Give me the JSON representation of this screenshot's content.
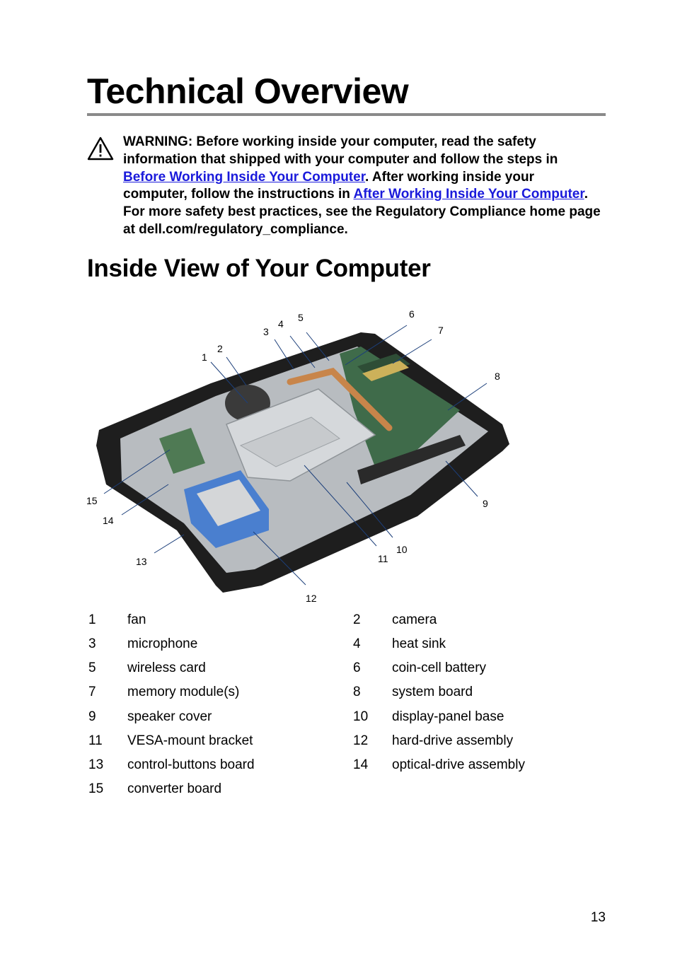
{
  "page": {
    "title": "Technical Overview",
    "number": "13"
  },
  "warning": {
    "icon": "warning-triangle-icon",
    "label": "WARNING:",
    "text_1": " Before working inside your computer, read the safety information that shipped with your computer and follow the steps in ",
    "link_1": "Before Working Inside Your Computer",
    "text_2": ". After working inside your computer, follow the instructions in ",
    "link_2": "After Working Inside Your Computer",
    "text_3": ". For more safety best practices, see the Regulatory Compliance home page at dell.com/regulatory_compliance.",
    "link_color": "#1a1adb"
  },
  "section": {
    "title": "Inside View of Your Computer"
  },
  "figure": {
    "description_icon": "computer-internals-illustration",
    "callouts": [
      "1",
      "2",
      "3",
      "4",
      "5",
      "6",
      "7",
      "8",
      "9",
      "10",
      "11",
      "12",
      "13",
      "14",
      "15"
    ]
  },
  "legend": [
    {
      "num": "1",
      "label": "fan"
    },
    {
      "num": "2",
      "label": "camera"
    },
    {
      "num": "3",
      "label": "microphone"
    },
    {
      "num": "4",
      "label": "heat sink"
    },
    {
      "num": "5",
      "label": "wireless card"
    },
    {
      "num": "6",
      "label": "coin-cell battery"
    },
    {
      "num": "7",
      "label": "memory module(s)"
    },
    {
      "num": "8",
      "label": "system board"
    },
    {
      "num": "9",
      "label": "speaker cover"
    },
    {
      "num": "10",
      "label": "display-panel base"
    },
    {
      "num": "11",
      "label": "VESA-mount bracket"
    },
    {
      "num": "12",
      "label": "hard-drive assembly"
    },
    {
      "num": "13",
      "label": "control-buttons board"
    },
    {
      "num": "14",
      "label": "optical-drive assembly"
    },
    {
      "num": "15",
      "label": "converter board"
    }
  ]
}
